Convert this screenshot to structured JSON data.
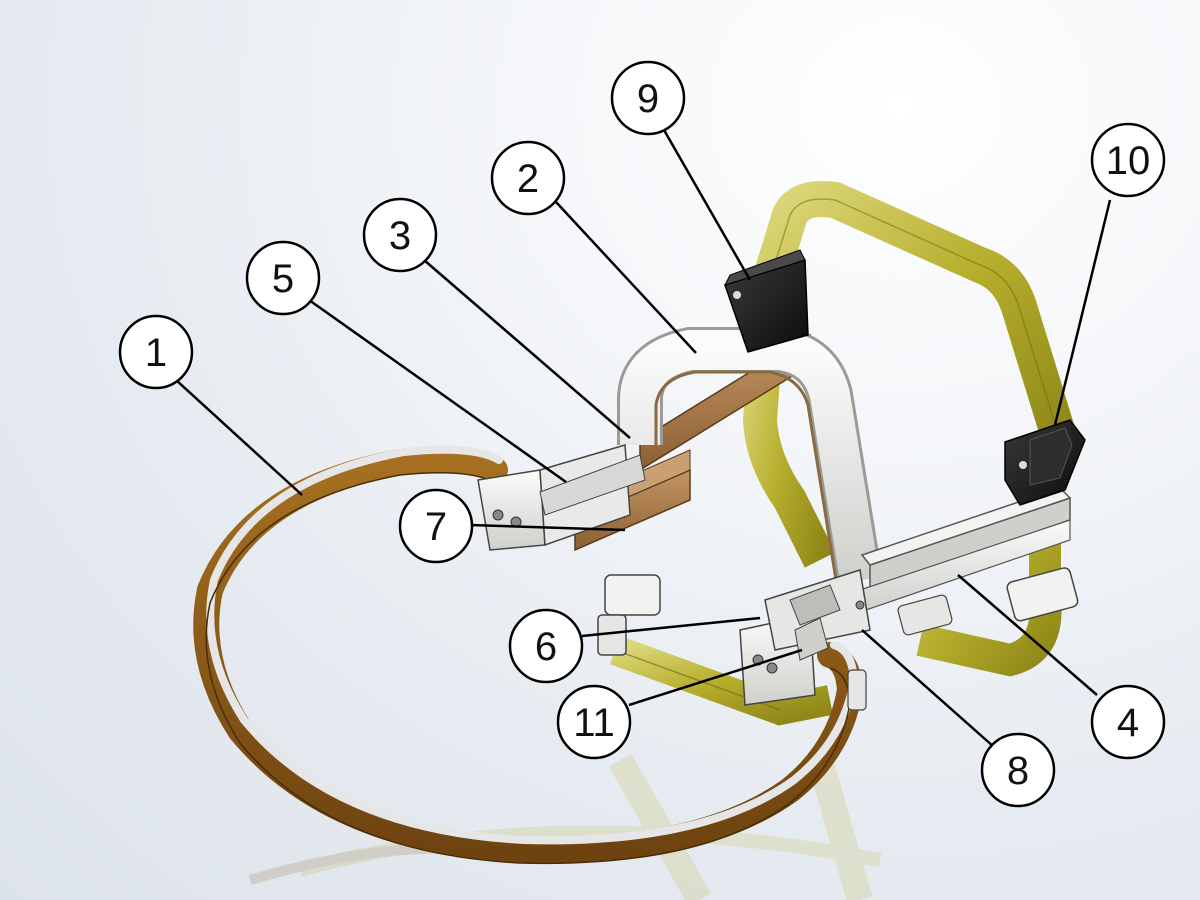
{
  "diagram": {
    "callouts": [
      {
        "id": "c1",
        "label": "1"
      },
      {
        "id": "c2",
        "label": "2"
      },
      {
        "id": "c3",
        "label": "3"
      },
      {
        "id": "c4",
        "label": "4"
      },
      {
        "id": "c5",
        "label": "5"
      },
      {
        "id": "c6",
        "label": "6"
      },
      {
        "id": "c7",
        "label": "7"
      },
      {
        "id": "c8",
        "label": "8"
      },
      {
        "id": "c9",
        "label": "9"
      },
      {
        "id": "c10",
        "label": "10"
      },
      {
        "id": "c11",
        "label": "11"
      }
    ],
    "colors": {
      "strap_olive": "#b8b030",
      "headband_brown": "#8a5a1c",
      "headband_inner": "#e4e4e4",
      "bracket_grey": "#e8e8e6",
      "wood_pad": "#a8794a",
      "clip_black": "#1c1c1c",
      "outline": "#222222"
    }
  }
}
